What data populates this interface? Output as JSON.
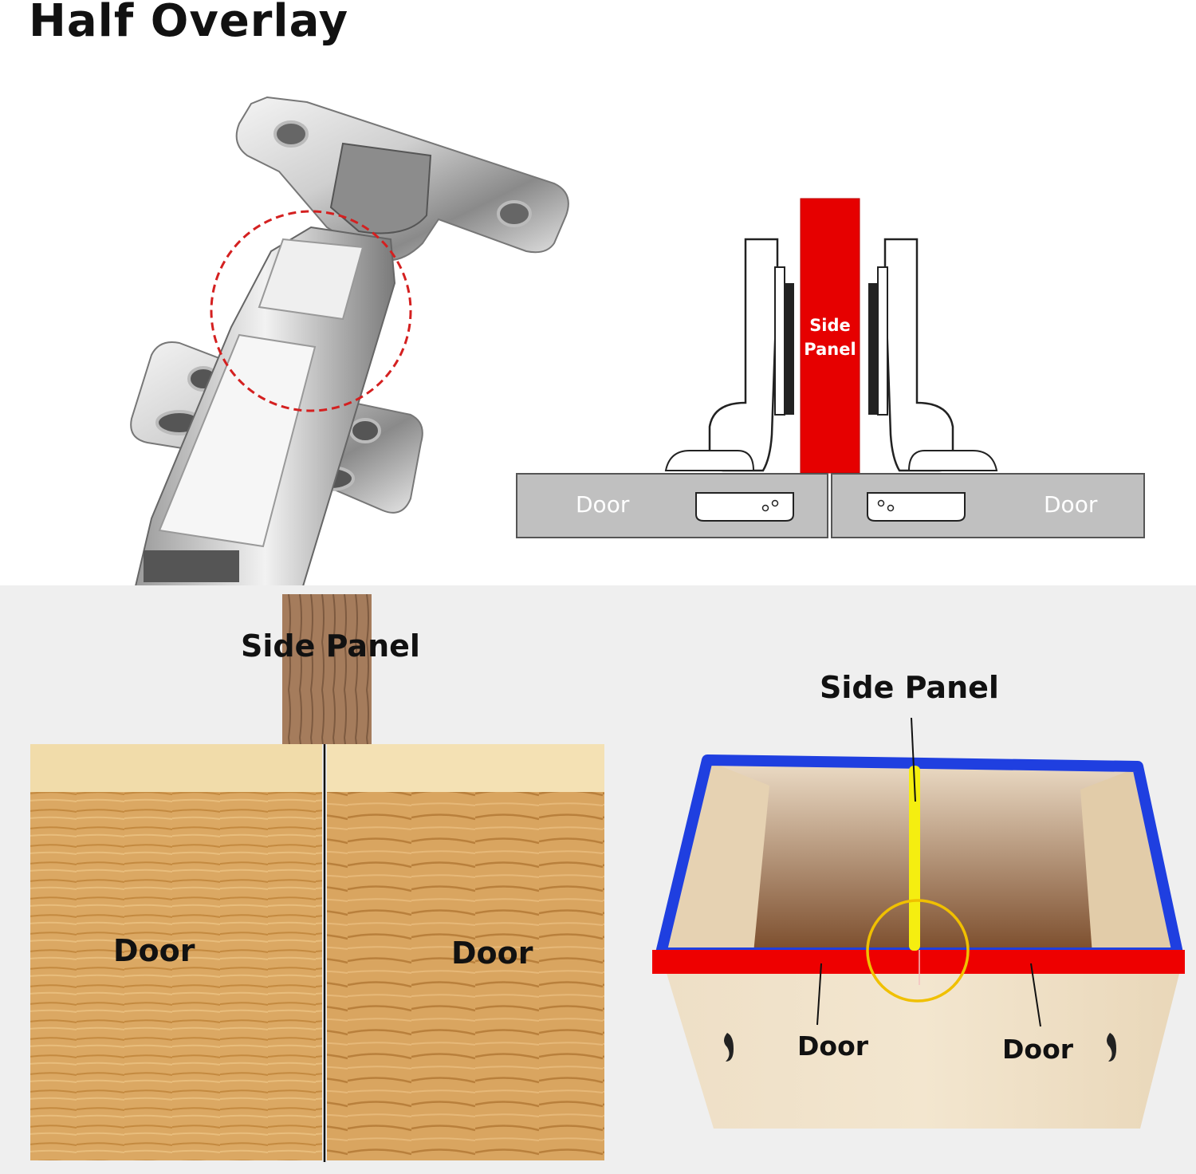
{
  "title": "Half Overlay",
  "colors": {
    "side_panel_red": "#e60000",
    "door_gray": "#c0c0c0",
    "highlight_circle_red": "#d42020",
    "cabinet_blue": "#1f3fe0",
    "cabinet_red": "#ee0000",
    "side_panel_yellow": "#f5ee10",
    "circle_yellow": "#f0c000",
    "bottom_background": "#efefef"
  },
  "hinge_photo": {
    "description": "stainless steel concealed cabinet hinge",
    "highlight": "red dashed circle"
  },
  "top_diagram": {
    "side_panel_label_line1": "Side",
    "side_panel_label_line2": "Panel",
    "left_door_label": "Door",
    "right_door_label": "Door"
  },
  "wood_diagram": {
    "side_panel_label": "Side Panel",
    "left_door_label": "Door",
    "right_door_label": "Door"
  },
  "cabinet_diagram": {
    "side_panel_label": "Side Panel",
    "left_door_label": "Door",
    "right_door_label": "Door"
  }
}
